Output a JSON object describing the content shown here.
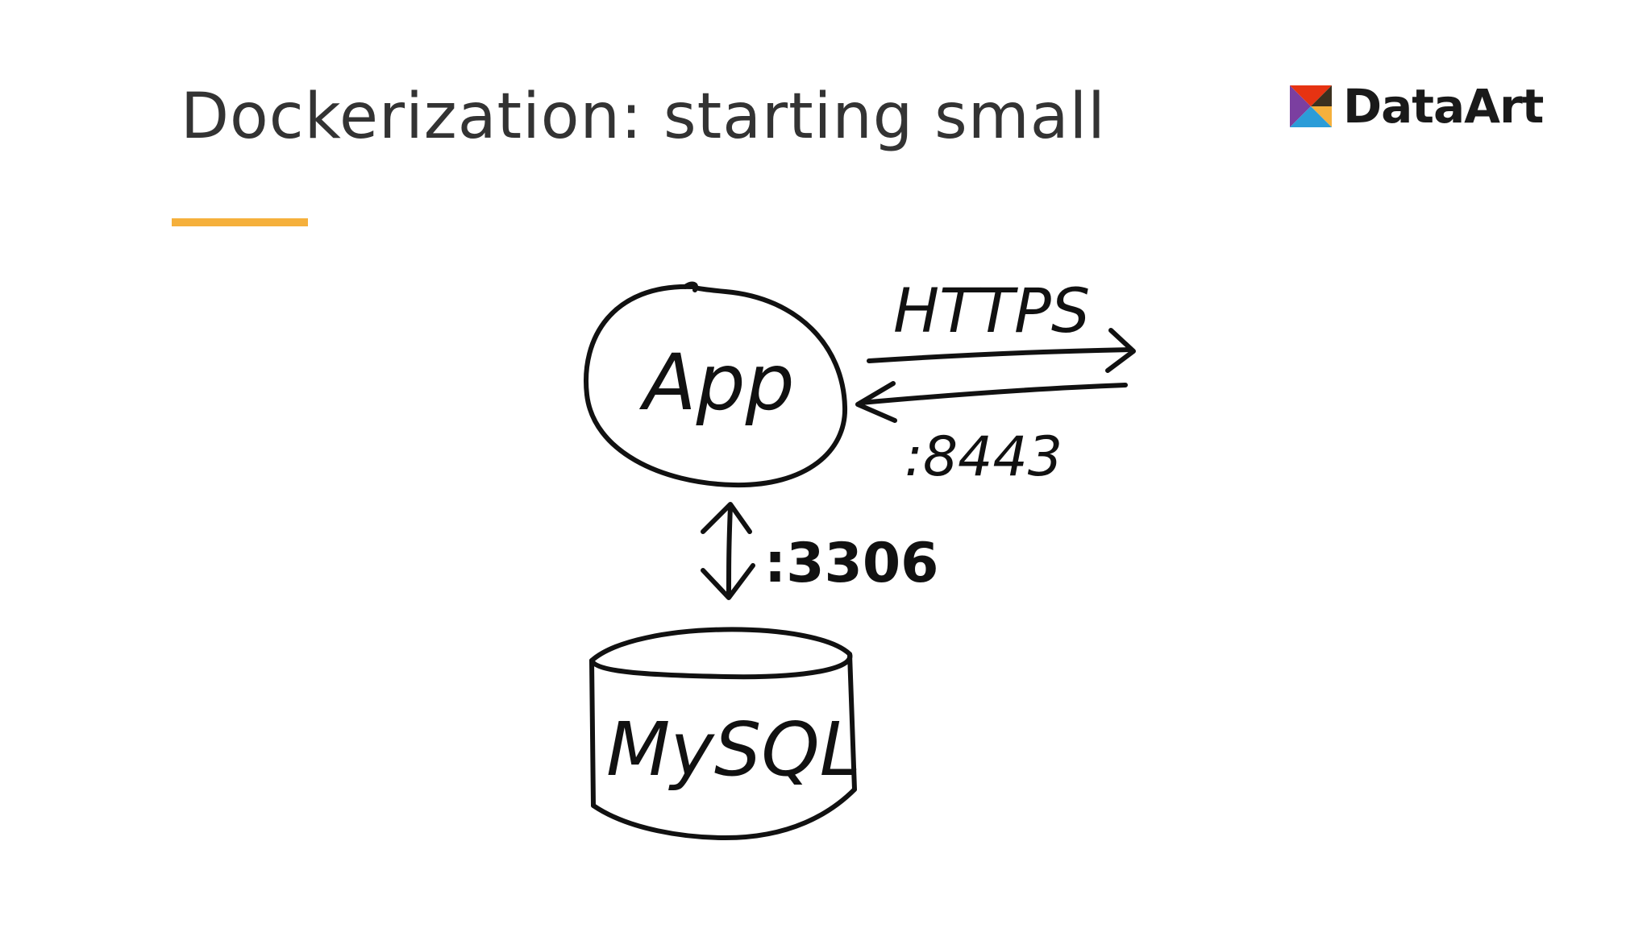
{
  "slide": {
    "title": "Dockerization: starting small"
  },
  "logo": {
    "text": "DataArt",
    "colors": [
      "#e63312",
      "#f5b03c",
      "#7b3fa0",
      "#2b9cd8",
      "#1a1a1a"
    ]
  },
  "accent_color": "#f5b03c",
  "diagram": {
    "app_label": "App",
    "db_label": "MySQL",
    "protocol_label": "HTTPS",
    "app_port_label": ":8443",
    "db_port_label": ":3306"
  }
}
